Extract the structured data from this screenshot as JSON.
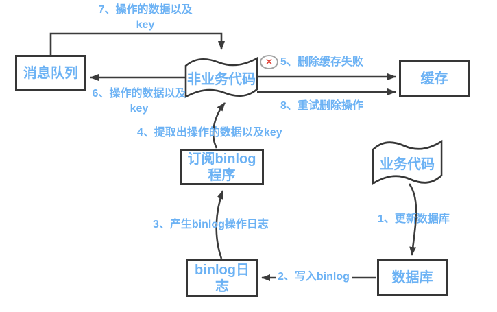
{
  "diagram": {
    "nodes": {
      "message_queue": {
        "label": "消息队列"
      },
      "non_business_code": {
        "label": "非业务代码"
      },
      "cache": {
        "label": "缓存"
      },
      "subscribe_binlog": {
        "line1": "订阅binlog",
        "line2": "程序"
      },
      "business_code": {
        "label": "业务代码"
      },
      "binlog_log": {
        "line1": "binlog日",
        "line2": "志"
      },
      "database": {
        "label": "数据库"
      }
    },
    "edges": {
      "step1": {
        "label": "1、更新数据库"
      },
      "step2": {
        "label": "2、写入binlog"
      },
      "step3": {
        "label": "3、产生binlog操作日志"
      },
      "step4": {
        "label": "4、提取出操作的数据以及key"
      },
      "step5": {
        "label": "5、删除缓存失败"
      },
      "step6": {
        "line1": "6、操作的数据以及",
        "line2": "key"
      },
      "step7": {
        "line1": "7、操作的数据以及",
        "line2": "key"
      },
      "step8": {
        "label": "8、重试删除操作"
      }
    },
    "icons": {
      "error_cross": "✕"
    },
    "colors": {
      "label_blue": "#6cb2f4",
      "stroke_dark": "#363636",
      "error_red": "#e0392f",
      "error_ring": "#a3a3a3",
      "background": "#ffffff"
    }
  }
}
